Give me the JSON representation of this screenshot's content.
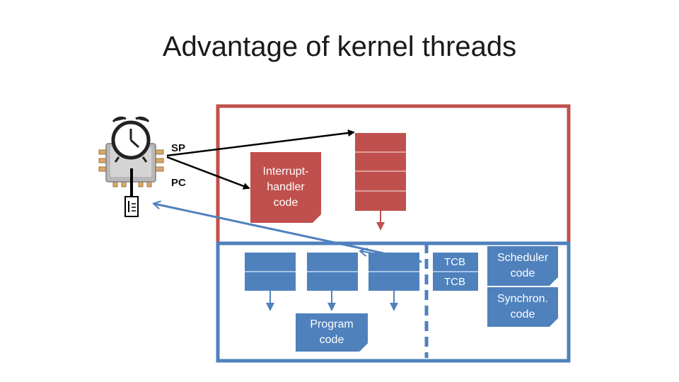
{
  "title": "Advantage of kernel threads",
  "registers": {
    "sp": "SP",
    "pc": "PC"
  },
  "notes": {
    "interrupt_handler": "Interrupt-handler code",
    "program": "Program code",
    "scheduler": "Scheduler code",
    "synchron": "Synchron. code"
  },
  "tcb_labels": [
    "TCB",
    "TCB"
  ],
  "icons": {
    "chip": "clock-chip-icon",
    "thread": "thread-icon"
  },
  "colors": {
    "kernel": "#c0504d",
    "user": "#4f81bd",
    "kernel_dark": "#9b3d3b"
  }
}
